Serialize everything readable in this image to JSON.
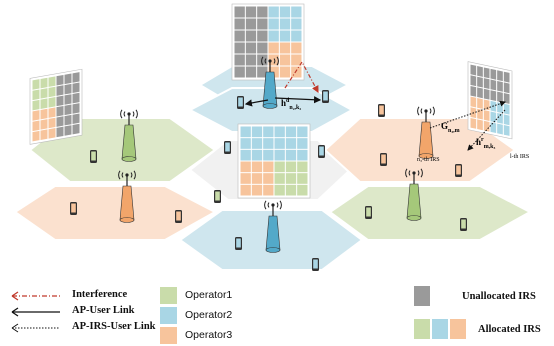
{
  "diagram": {
    "labels": {
      "h_top": "h",
      "h_top_sup": "d",
      "h_top_sub": "n₂,k₂",
      "G": "G",
      "G_sub": "n₃,m",
      "h_right": "h",
      "h_right_sup": "r",
      "h_right_sub": "m,k₃",
      "irs_n": "n₃-th IRS",
      "irs_l": "l-th IRS"
    }
  },
  "legend": {
    "links": [
      {
        "label": "Interference",
        "style": "dash-dot",
        "color": "#c0392b"
      },
      {
        "label": "AP-User Link",
        "style": "solid",
        "color": "#111111"
      },
      {
        "label": "AP-IRS-User Link",
        "style": "dotted",
        "color": "#111111"
      }
    ],
    "operators": [
      {
        "label": "Operator1",
        "color": "#c9dcaa"
      },
      {
        "label": "Operator2",
        "color": "#a9d6e5"
      },
      {
        "label": "Operator3",
        "color": "#f7c49c"
      }
    ],
    "irs": [
      {
        "label": "Unallocated IRS",
        "colors": [
          "#9a9a9a"
        ]
      },
      {
        "label": "Allocated IRS",
        "colors": [
          "#c9dcaa",
          "#a9d6e5",
          "#f7c49c"
        ]
      }
    ]
  },
  "colors": {
    "op1_cell": "#dde8c9",
    "op2_cell": "#cfe6ee",
    "op3_cell": "#fbe1cf",
    "neutral_cell": "#f1f1f1",
    "op1_ap": "#a5c87a",
    "op2_ap": "#53a9c9",
    "op3_ap": "#f2a56a"
  }
}
